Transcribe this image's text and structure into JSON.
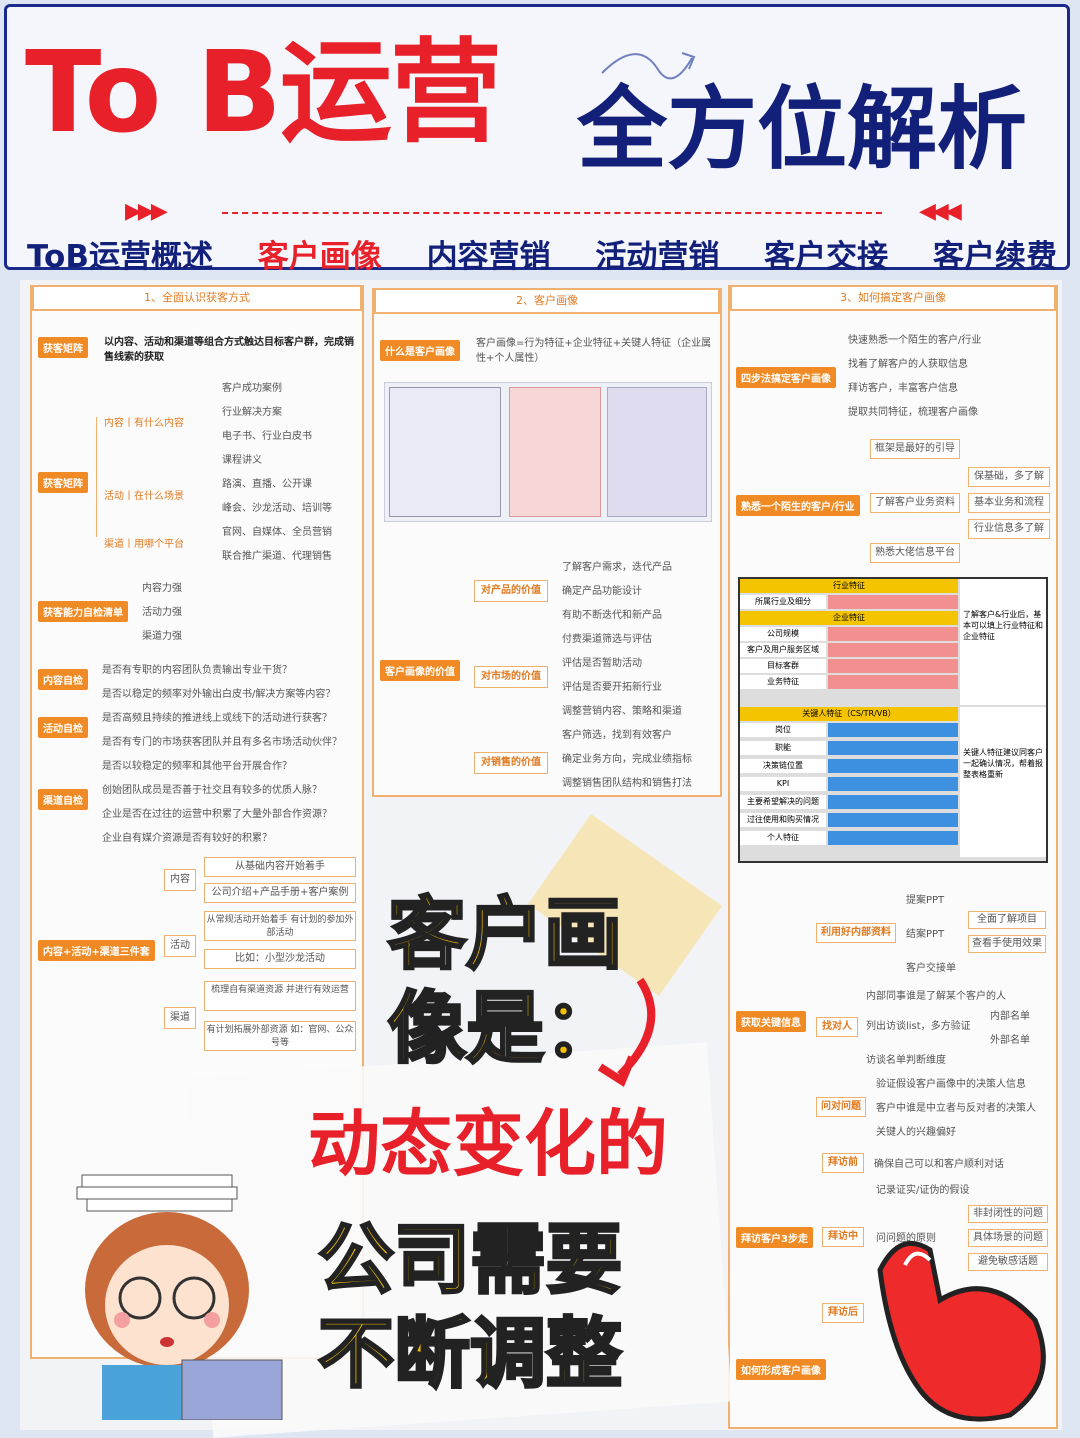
{
  "header": {
    "title_red": "To B运营",
    "title_blue": "全方位解析",
    "nav": [
      "ToB运营概述",
      "客户画像",
      "内容营销",
      "活动营销",
      "客户交接",
      "客户续费"
    ],
    "active_index": 1,
    "colors": {
      "red": "#e8202a",
      "blue": "#12207a",
      "orange": "#f08a24"
    }
  },
  "col1": {
    "title": "1、全面认识获客方式",
    "tag1": "获客矩阵",
    "tag1_text": "以内容、活动和渠道等组合方式触达目标客户群，完成销售线索的获取",
    "tag2": "获客矩阵",
    "branch_content": "内容丨有什么内容",
    "content_items": [
      "客户成功案例",
      "行业解决方案",
      "电子书、行业白皮书",
      "课程讲义"
    ],
    "branch_activity": "活动丨在什么场景",
    "activity_items": [
      "路演、直播、公开课",
      "峰会、沙龙活动、培训等"
    ],
    "branch_channel": "渠道丨用哪个平台",
    "channel_items": [
      "官网、自媒体、全员营销",
      "联合推广渠道、代理销售"
    ],
    "tag3": "获客能力自检清单",
    "ability_items": [
      "内容力强",
      "活动力强",
      "渠道力强"
    ],
    "tag4": "内容自检",
    "check1": [
      "是否有专职的内容团队负责输出专业干货？",
      "是否以稳定的频率对外输出白皮书/解决方案等内容？"
    ],
    "tag5": "活动自检",
    "check2": [
      "是否高频且持续的推进线上或线下的活动进行获客？",
      "是否有专门的市场获客团队并且有多名市场活动伙伴？"
    ],
    "tag6": "渠道自检",
    "check3": [
      "是否以较稳定的频率和其他平台开展合作？",
      "创始团队成员是否善于社交且有较多的优质人脉？",
      "企业是否在过往的运营中积累了大量外部合作资源？",
      "企业自有媒介资源是否有较好的积累？"
    ],
    "tag7": "内容+活动+渠道三件套",
    "trio_content": "内容",
    "trio_content_items": [
      "从基础内容开始着手",
      "公司介绍+产品手册+客户案例"
    ],
    "trio_activity": "活动",
    "trio_activity_items": [
      "从常规活动开始着手 有计划的参加外部活动",
      "比如：小型沙龙活动"
    ],
    "trio_channel": "渠道",
    "trio_channel_items": [
      "梳理自有渠道资源 并进行有效运营",
      "有计划拓展外部资源 如：官网、公众号等"
    ]
  },
  "col2": {
    "title": "2、客户画像",
    "tag1": "什么是客户画像",
    "def": "客户画像=行为特征+企业特征+关键人特征（企业属性+个人属性）",
    "tag2": "客户画像的价值",
    "v1": "对产品的价值",
    "v1_items": [
      "了解客户需求，迭代产品",
      "确定产品功能设计",
      "有助不断迭代和新产品"
    ],
    "v2": "对市场的价值",
    "v2_items": [
      "付费渠道筛选与评估",
      "评估是否暂助活动",
      "评估是否要开拓新行业",
      "调整营销内容、策略和渠道"
    ],
    "v3": "对销售的价值",
    "v3_items": [
      "客户筛选，找到有效客户",
      "确定业务方向，完成业绩指标",
      "调整销售团队结构和销售打法"
    ]
  },
  "col3": {
    "title": "3、如何搞定客户画像",
    "tag1": "四步法搞定客户画像",
    "steps": [
      "快速熟悉一个陌生的客户/行业",
      "找着了解客户的人获取信息",
      "拜访客户，丰富客户信息",
      "提取共同特征，梳理客户画像"
    ],
    "tag2": "熟悉一个陌生的客户/行业",
    "fam_items": [
      "框架是最好的引导",
      "了解客户业务资料",
      "熟悉大佬信息平台"
    ],
    "fam_sub": [
      "保基础，多了解",
      "基本业务和流程",
      "行业信息多了解"
    ],
    "table_h1": "行业特征",
    "table_h2": "企业特征",
    "table_h3": "关键人特征（CS/TR/VB）",
    "table_rows1": [
      "所属行业及细分"
    ],
    "table_rows2": [
      "公司规模",
      "客户及用户服务区域",
      "目标客群",
      "业务特征"
    ],
    "table_rows3": [
      "岗位",
      "职能",
      "决策链位置",
      "KPI",
      "主要希望解决的问题",
      "过往使用和购买情况",
      "个人特征"
    ],
    "table_note1": "了解客户&行业后，基本可以填上行业特征和企业特征",
    "table_note2": "关键人特征建议同客户一起确认情况，帮着报整表格重新",
    "tag3": "获取关键信息",
    "k1": "利用好内部资料",
    "k1_items": [
      "提案PPT",
      "结案PPT",
      "客户交接单"
    ],
    "k1_sub": [
      "全面了解项目",
      "查看手使用效果"
    ],
    "k2": "找对人",
    "k2_items": [
      "内部同事谁是了解某个客户的人",
      "列出访谈list，多方验证",
      "访谈名单判断维度"
    ],
    "k2_sub": [
      "内部名单",
      "外部名单"
    ],
    "k3": "问对问题",
    "k3_items": [
      "验证假设客户画像中的决策人信息",
      "客户中谁是中立者与反对者的决策人",
      "关键人的兴趣偏好"
    ],
    "tag4": "拜访客户3步走",
    "b1": "拜访前",
    "b1_text": "确保自己可以和客户顺利对话",
    "b1_text2": "记录证实/证伪的假设",
    "b2": "拜访中",
    "b2_text": "问问题的原则",
    "b2_sub": [
      "非封闭性的问题",
      "具体场景的问题",
      "避免敏感话题"
    ],
    "b3": "拜访后",
    "tag5": "如何形成客户画像"
  },
  "overlay": {
    "l1": "客户画",
    "l2": "像是：",
    "l3": "动态变化的",
    "l4": "公司需要",
    "l5": "不断调整"
  }
}
